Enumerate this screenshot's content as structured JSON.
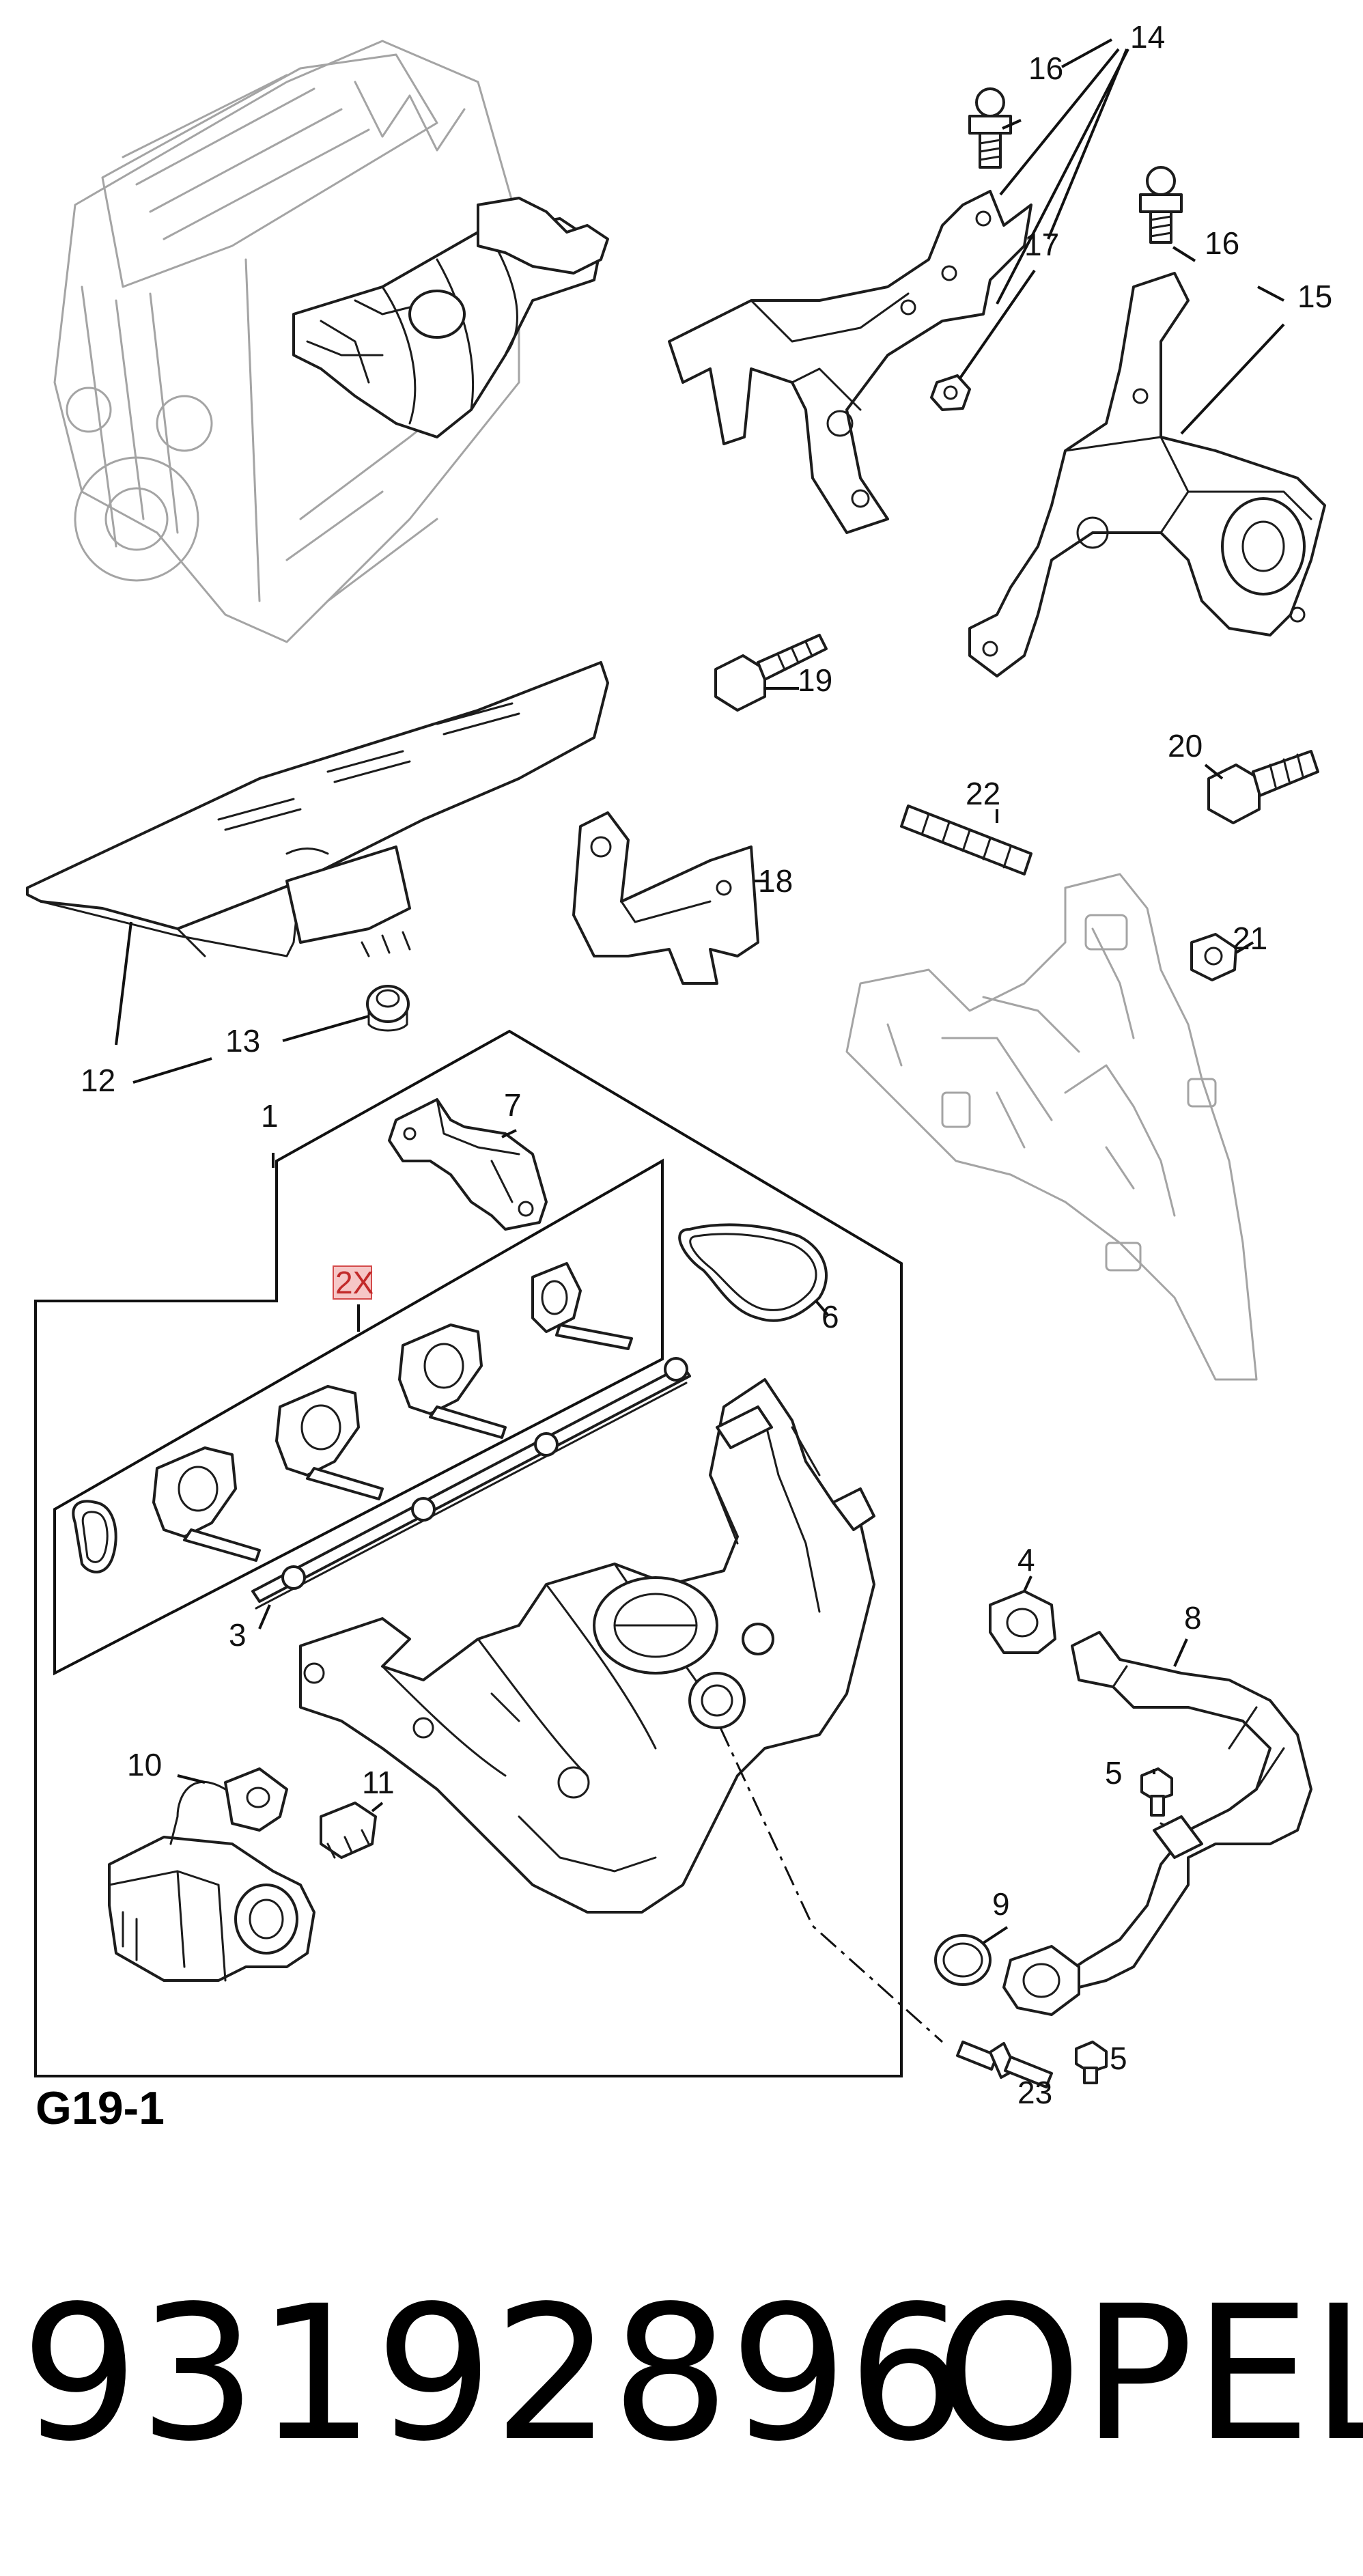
{
  "diagram_code": "G19-1",
  "part_number": "93192896",
  "brand": "OPEL",
  "callouts": {
    "c1": "1",
    "c2": "2X",
    "c3": "3",
    "c4": "4",
    "c5a": "5",
    "c5b": "5",
    "c6": "6",
    "c7": "7",
    "c8": "8",
    "c9": "9",
    "c10": "10",
    "c11": "11",
    "c12": "12",
    "c13": "13",
    "c14": "14",
    "c15": "15",
    "c16a": "16",
    "c16b": "16",
    "c17": "17",
    "c18": "18",
    "c19": "19",
    "c20": "20",
    "c21": "21",
    "c22": "22",
    "c23": "23"
  },
  "colors": {
    "line": "#1c1c1c",
    "ghost_line": "#a4a4a4",
    "highlight_fill": "#f6c7c7",
    "highlight_stroke": "#d44a4a"
  }
}
